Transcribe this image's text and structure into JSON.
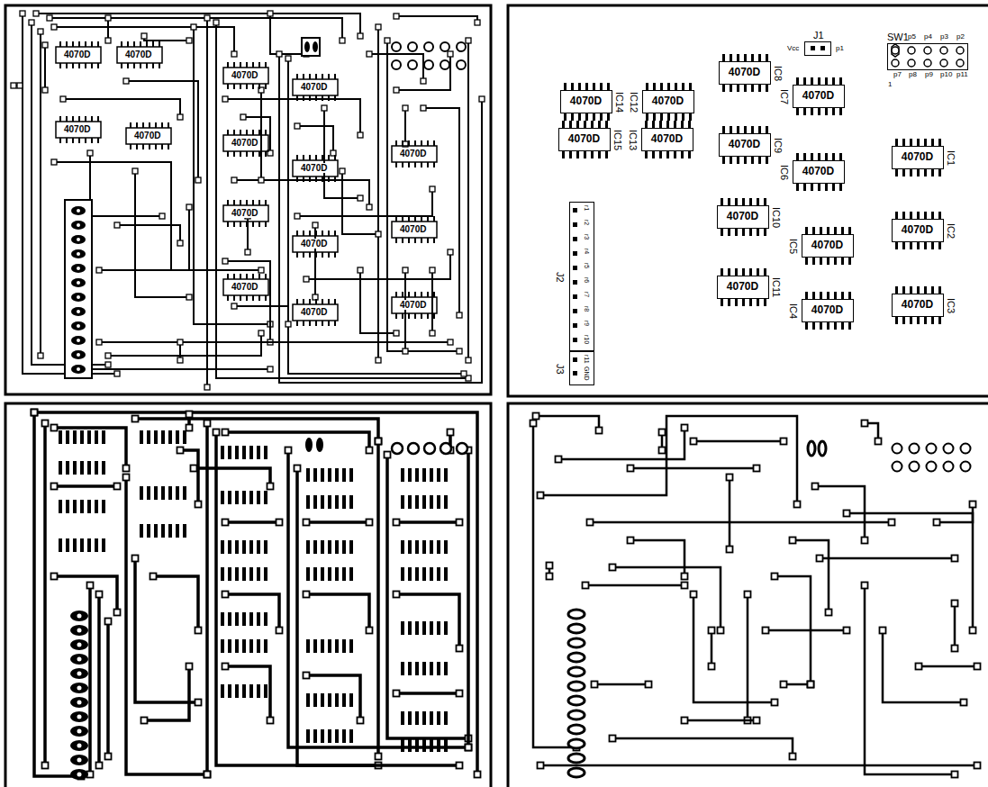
{
  "diagram": {
    "nodes": [
      {
        "text": [
          "4070D",
          "IC14"
        ]
      },
      {
        "text": [
          "4070D",
          "IC12"
        ]
      },
      {
        "text": [
          "4070D",
          "IC8"
        ]
      },
      {
        "text": [
          "J1"
        ]
      },
      {
        "text": [
          "SW1"
        ]
      },
      {
        "text": [
          "4070D",
          "IC7"
        ]
      },
      {
        "text": [
          "4070D",
          "IC15"
        ]
      },
      {
        "text": [
          "4070D",
          "IC13"
        ]
      },
      {
        "text": [
          "4070D",
          "IC9"
        ]
      },
      {
        "text": [
          "4070D",
          "IC1"
        ]
      },
      {
        "text": [
          "4070D",
          "IC6"
        ]
      },
      {
        "text": [
          "J2"
        ]
      },
      {
        "text": [
          "4070D",
          "IC10"
        ]
      },
      {
        "text": [
          "4070D",
          "IC2"
        ]
      },
      {
        "text": [
          "4070D",
          "IC5"
        ]
      },
      {
        "text": [
          "4070D",
          "IC11"
        ]
      },
      {
        "text": [
          "4070D",
          "IC3"
        ]
      },
      {
        "text": [
          "4070D",
          "IC4"
        ]
      },
      {
        "text": [
          "J3"
        ]
      }
    ],
    "labels": [
      "4070D",
      "4070D",
      "4070D",
      "4070D",
      "4070D",
      "4070D",
      "4070D",
      "4070D",
      "4070D",
      "4070D",
      "4070D",
      "4070D",
      "4070D",
      "4070D",
      "4070D",
      "Vcc",
      "p1",
      "p5",
      "p4",
      "p3",
      "p2",
      "p7",
      "p8",
      "p9",
      "p10",
      "p11",
      "1",
      "r1",
      "r2",
      "r3",
      "r4",
      "r5",
      "r6",
      "r7",
      "r8",
      "r9",
      "r10",
      "r11",
      "GND"
    ]
  }
}
